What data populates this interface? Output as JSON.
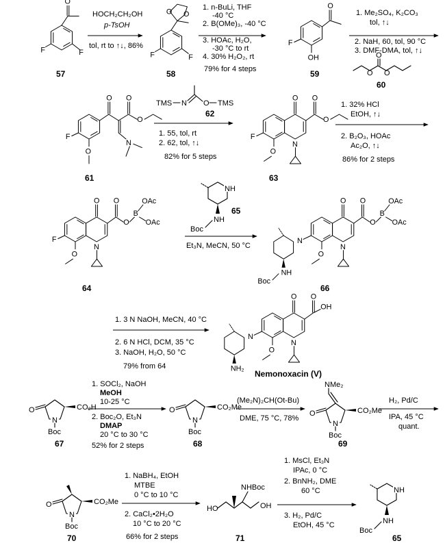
{
  "molecules": [
    {
      "id": "57",
      "label": "57",
      "atoms": [
        "O",
        "F",
        "F"
      ]
    },
    {
      "id": "58",
      "label": "58",
      "atoms": [
        "O",
        "O",
        "F",
        "F"
      ]
    },
    {
      "id": "59",
      "label": "59",
      "atoms": [
        "O",
        "F",
        "OH"
      ]
    },
    {
      "id": "60",
      "label": "60",
      "atoms": [
        "O",
        "O",
        "O"
      ]
    },
    {
      "id": "61",
      "label": "61",
      "atoms": [
        "O",
        "O",
        "O",
        "F",
        "O",
        "N"
      ]
    },
    {
      "id": "62",
      "label": "62",
      "atoms": [
        "TMS",
        "N",
        "O",
        "TMS"
      ]
    },
    {
      "id": "63",
      "label": "63",
      "atoms": [
        "O",
        "O",
        "O",
        "F",
        "O",
        "N"
      ]
    },
    {
      "id": "64",
      "label": "64",
      "atoms": [
        "O",
        "O",
        "O",
        "B",
        "OAc",
        "OAc",
        "F",
        "O",
        "N"
      ]
    },
    {
      "id": "65a",
      "label": "65",
      "atoms": [
        "NH",
        "Boc",
        "NH"
      ]
    },
    {
      "id": "66",
      "label": "66",
      "atoms": [
        "O",
        "O",
        "O",
        "B",
        "OAc",
        "OAc",
        "N",
        "O",
        "N",
        "Boc",
        "NH"
      ]
    },
    {
      "id": "V",
      "label": "Nemonoxacin (V)",
      "atoms": [
        "O",
        "O",
        "OH",
        "N",
        "O",
        "N",
        "NH₂"
      ]
    },
    {
      "id": "67",
      "label": "67",
      "atoms": [
        "O",
        "N",
        "Boc",
        "CO₂H"
      ]
    },
    {
      "id": "68",
      "label": "68",
      "atoms": [
        "O",
        "N",
        "Boc",
        "CO₂Me"
      ]
    },
    {
      "id": "69",
      "label": "69",
      "atoms": [
        "NMe₂",
        "O",
        "N",
        "Boc",
        "CO₂Me"
      ]
    },
    {
      "id": "70",
      "label": "70",
      "atoms": [
        "O",
        "N",
        "Boc",
        "CO₂Me"
      ]
    },
    {
      "id": "71",
      "label": "71",
      "atoms": [
        "HO",
        "NHBoc",
        "OH"
      ]
    },
    {
      "id": "65b",
      "label": "65",
      "atoms": [
        "NH",
        "Boc",
        "NH"
      ]
    }
  ],
  "steps": [
    {
      "id": "s1",
      "above": [
        "HOCH₂CH₂OH",
        "p-TsOH"
      ],
      "below": [
        "tol, rt to ↑↓, 86%"
      ]
    },
    {
      "id": "s2",
      "above": [
        "1. n-BuLi, THF",
        "-40 °C",
        "2. B(OMe)₃, -40 °C",
        "3. HOAc, H₂O,",
        "-30 °C to rt",
        "4. 30% H₂O₂, rt"
      ],
      "below": [
        "79% for 4 steps"
      ]
    },
    {
      "id": "s3",
      "above": [
        "1. Me₂SO₄, K₂CO₃",
        "tol, ↑↓",
        "2. NaH, 60, tol, 90 °C",
        "3. DMF-DMA, tol, ↑↓"
      ],
      "below": []
    },
    {
      "id": "s4",
      "above": [],
      "below": [
        "1. 55, tol, rt",
        "2. 62, tol, ↑↓",
        "82% for 5 steps"
      ]
    },
    {
      "id": "s5",
      "above": [
        "1. 32% HCl",
        "EtOH, ↑↓"
      ],
      "below": [
        "2. B₂O₃, HOAc",
        "Ac₂O, ↑↓",
        "86% for 2 steps"
      ]
    },
    {
      "id": "s6",
      "above": [],
      "below": [
        "Et₃N, MeCN, 50 °C"
      ]
    },
    {
      "id": "s7",
      "above": [
        "1. 3 N NaOH, MeCN, 40 °C"
      ],
      "below": [
        "2. 6 N HCl, DCM, 35 °C",
        "3. NaOH, H₂O, 50 °C",
        "79% from 64"
      ]
    },
    {
      "id": "s8",
      "above": [
        "1. SOCl₂, NaOH",
        "MeOH",
        "10-25 °C"
      ],
      "below": [
        "2. Boc₂O, Et₃N",
        "DMAP",
        "20 °C to 30 °C",
        "52% for 2 steps"
      ]
    },
    {
      "id": "s9",
      "above": [
        "(Me₂N)₂CH(Ot-Bu)"
      ],
      "below": [
        "DME, 75 °C, 78%"
      ]
    },
    {
      "id": "s10",
      "above": [
        "H₂, Pd/C"
      ],
      "below": [
        "IPA, 45 °C",
        "quant."
      ]
    },
    {
      "id": "s11",
      "above": [
        "1. NaBH₄, EtOH",
        "MTBE",
        "0 °C to 10 °C"
      ],
      "below": [
        "2. CaCl₂•2H₂O",
        "10 °C to 20 °C",
        "66% for 2 steps"
      ]
    },
    {
      "id": "s12",
      "above": [
        "1. MsCl, Et₃N",
        "IPAc, 0 °C",
        "2. BnNH₂, DME",
        "60 °C"
      ],
      "below": [
        "3. H₂, Pd/C",
        "EtOH, 45 °C"
      ]
    }
  ]
}
